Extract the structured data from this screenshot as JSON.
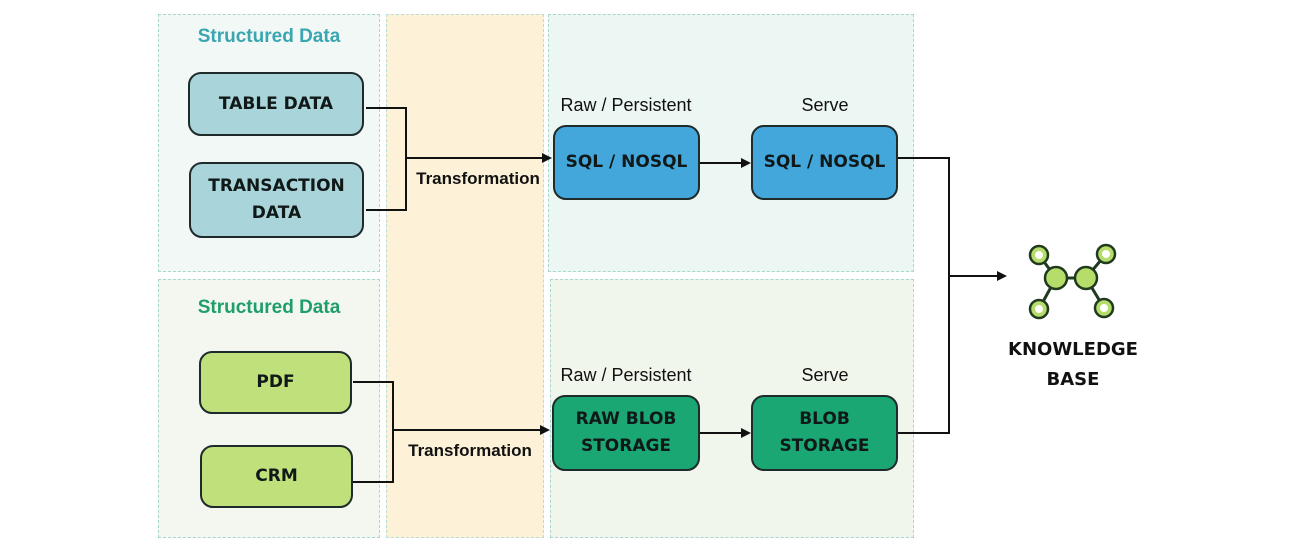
{
  "groups": {
    "structured_top": {
      "title": "Structured Data"
    },
    "structured_bottom": {
      "title": "Structured Data"
    }
  },
  "sources": {
    "table_data": "TABLE DATA",
    "transaction_data": "TRANSACTION\nDATA",
    "pdf": "PDF",
    "crm": "CRM"
  },
  "flows": {
    "top_transformation": "Transformation",
    "bottom_transformation": "Transformation"
  },
  "stages": {
    "top_raw_label": "Raw / Persistent",
    "top_serve_label": "Serve",
    "bottom_raw_label": "Raw / Persistent",
    "bottom_serve_label": "Serve"
  },
  "stores": {
    "sql_raw": "SQL / NOSQL",
    "sql_serve": "SQL / NOSQL",
    "blob_raw": "RAW BLOB\nSTORAGE",
    "blob_serve": "BLOB\nSTORAGE"
  },
  "output": {
    "label": "KNOWLEDGE\nBASE",
    "icon": "knowledge-graph-icon"
  },
  "colors": {
    "structured_title": "#3aa6b1",
    "unstructured_title": "#1f9e6a",
    "structured_node": "#a8d4da",
    "unstructured_node": "#bfe07a",
    "sql_node": "#44a7db",
    "blob_node": "#1aa774",
    "transform_band": "#fdf2d8",
    "graph_node": "#b6dd6a"
  }
}
